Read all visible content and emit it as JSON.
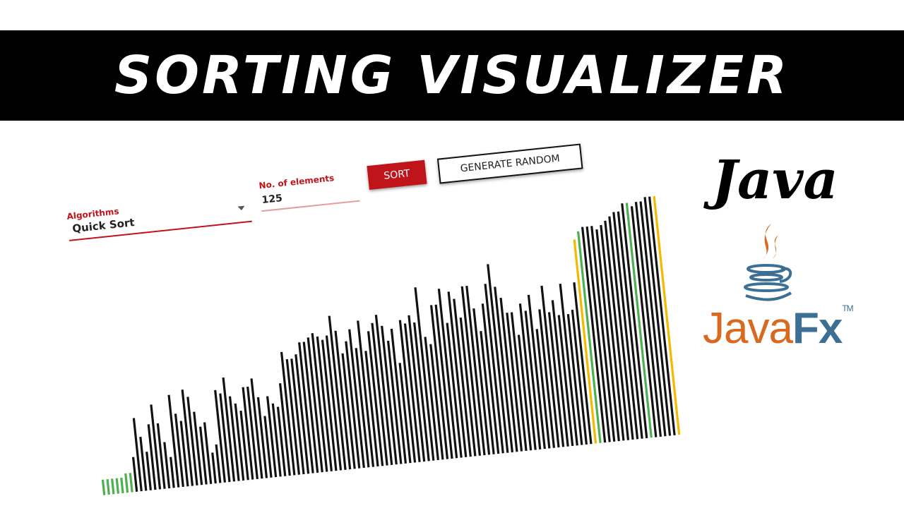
{
  "header": {
    "title": "SORTING VISUALIZER"
  },
  "controls": {
    "algorithm_label": "Algorithms",
    "algorithm_value": "Quick Sort",
    "count_label": "No. of elements",
    "count_value": "125",
    "sort_label": "SORT",
    "generate_label": "GENERATE RANDOM"
  },
  "branding": {
    "java": "Java",
    "javafx_java": "Java",
    "javafx_fx": "Fx",
    "trademark": "TM"
  },
  "colors": {
    "accent_red": "#c0141b",
    "bar_default": "#111111",
    "bar_sorted": "#4caf50",
    "bar_pivot": "#f5b800",
    "java_orange": "#d9691f",
    "fx_blue": "#3d6f95"
  },
  "bars": {
    "heights": [
      4,
      4,
      4,
      4,
      4,
      5,
      5,
      9,
      19,
      14,
      10,
      17,
      22,
      17,
      12,
      8,
      24,
      19,
      17,
      25,
      23,
      19,
      15,
      16,
      8,
      10,
      24,
      23,
      27,
      22,
      20,
      18,
      24,
      24,
      26,
      21,
      16,
      21,
      19,
      18,
      24,
      32,
      30,
      30,
      31,
      34,
      34,
      35,
      36,
      35,
      34,
      35,
      40,
      36,
      30,
      33,
      36,
      31,
      38,
      30,
      35,
      37,
      39,
      36,
      32,
      35,
      26,
      37,
      36,
      38,
      36,
      45,
      32,
      30,
      40,
      40,
      44,
      35,
      43,
      41,
      36,
      44,
      44,
      38,
      32,
      39,
      44,
      49,
      43,
      40,
      36,
      36,
      30,
      38,
      36,
      40,
      31,
      36,
      42,
      35,
      38,
      34,
      42,
      34,
      35,
      42,
      53,
      55,
      56,
      56,
      56,
      55,
      56,
      57,
      58,
      59,
      59,
      61,
      61,
      60,
      61,
      61,
      62,
      62,
      62
    ],
    "colors": [
      "green",
      "green",
      "green",
      "green",
      "green",
      "green",
      "green",
      "default",
      "default",
      "default",
      "default",
      "default",
      "default",
      "default",
      "default",
      "default",
      "default",
      "default",
      "default",
      "default",
      "default",
      "default",
      "default",
      "default",
      "default",
      "default",
      "default",
      "default",
      "default",
      "default",
      "default",
      "default",
      "default",
      "default",
      "default",
      "default",
      "default",
      "default",
      "default",
      "default",
      "default",
      "default",
      "default",
      "default",
      "default",
      "default",
      "default",
      "default",
      "default",
      "default",
      "default",
      "default",
      "default",
      "default",
      "default",
      "default",
      "default",
      "default",
      "default",
      "default",
      "default",
      "default",
      "default",
      "default",
      "default",
      "default",
      "default",
      "default",
      "default",
      "default",
      "default",
      "default",
      "default",
      "default",
      "default",
      "default",
      "default",
      "default",
      "default",
      "default",
      "default",
      "default",
      "default",
      "default",
      "default",
      "default",
      "default",
      "default",
      "default",
      "default",
      "default",
      "default",
      "default",
      "default",
      "default",
      "default",
      "default",
      "default",
      "default",
      "default",
      "default",
      "default",
      "default",
      "default",
      "default",
      "default",
      "yellow",
      "green",
      "default",
      "default",
      "default",
      "default",
      "default",
      "default",
      "default",
      "default",
      "default",
      "default",
      "green",
      "default",
      "default",
      "default",
      "default",
      "default",
      "yellow"
    ]
  }
}
